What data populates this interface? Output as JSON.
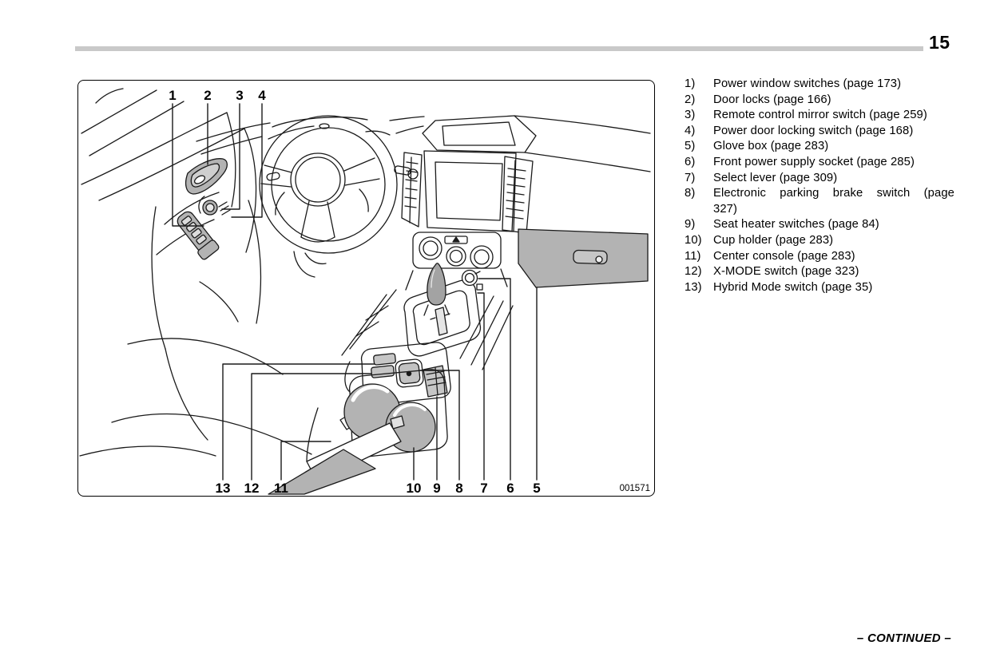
{
  "page": {
    "number": "15",
    "continued": "– CONTINUED –"
  },
  "figure": {
    "code": "001571",
    "callouts_top": [
      "1",
      "2",
      "3",
      "4"
    ],
    "callouts_bottom": [
      "13",
      "12",
      "11",
      "10",
      "9",
      "8",
      "7",
      "6",
      "5"
    ]
  },
  "legend": {
    "items": [
      {
        "num": "1)",
        "text": "Power window switches (page 173)"
      },
      {
        "num": "2)",
        "text": "Door locks (page 166)"
      },
      {
        "num": "3)",
        "text": "Remote control mirror switch (page 259)"
      },
      {
        "num": "4)",
        "text": "Power door locking switch (page 168)"
      },
      {
        "num": "5)",
        "text": "Glove box (page 283)"
      },
      {
        "num": "6)",
        "text": "Front power supply socket (page 285)"
      },
      {
        "num": "7)",
        "text": "Select lever (page 309)"
      },
      {
        "num": "8)",
        "text": "Electronic parking brake switch (page",
        "text2": "327)"
      },
      {
        "num": "9)",
        "text": "Seat heater switches (page 84)"
      },
      {
        "num": "10)",
        "text": "Cup holder (page 283)"
      },
      {
        "num": "11)",
        "text": "Center console (page 283)"
      },
      {
        "num": "12)",
        "text": "X-MODE switch (page 323)"
      },
      {
        "num": "13)",
        "text": "Hybrid Mode switch (page 35)"
      }
    ]
  },
  "colors": {
    "line": "#1a1a1a",
    "shade": "#b3b3b3",
    "light_shade": "#c6c6c6",
    "rule_gray": "#c9c9c9"
  }
}
